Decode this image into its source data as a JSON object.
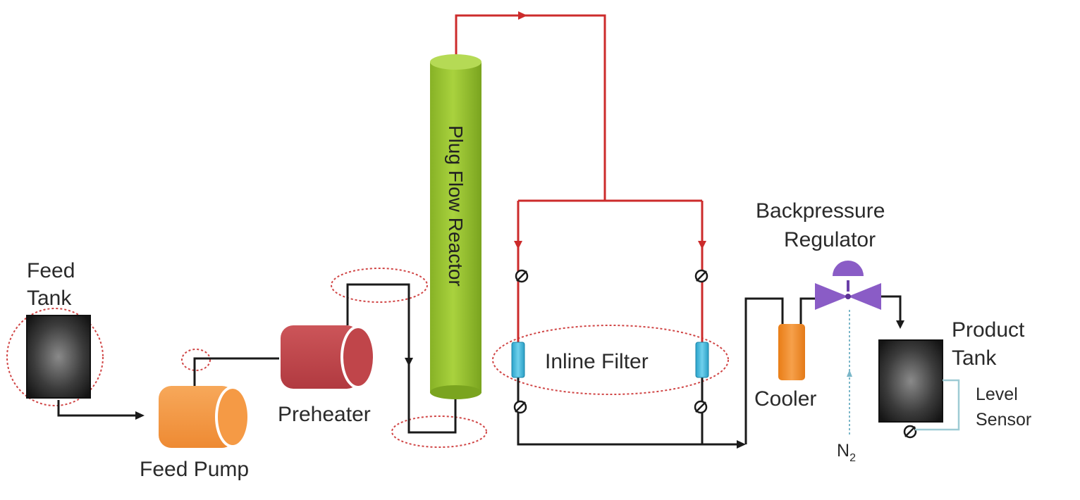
{
  "labels": {
    "feed_tank": [
      "Feed",
      "Tank"
    ],
    "feed_pump": "Feed Pump",
    "preheater": "Preheater",
    "reactor": "Plug Flow Reactor",
    "inline_filter": "Inline Filter",
    "cooler": "Cooler",
    "bpr": [
      "Backpressure",
      "Regulator"
    ],
    "product_tank": [
      "Product",
      "Tank"
    ],
    "level_sensor": [
      "Level",
      "Sensor"
    ],
    "n2": "N",
    "n2_sub": "2"
  },
  "colors": {
    "line_black": "#1a1a1a",
    "line_red": "#cc2b2b",
    "pump_orange": "#f59a45",
    "preheater_red": "#c0454a",
    "reactor_green": "#9bc72f",
    "filter_cyan": "#3fb3d6",
    "cooler_orange": "#f08a24",
    "valve_purple": "#8a5cc6",
    "tank_dark": "#333333",
    "highlight_ellipse": "#d04545",
    "n2_line": "#7ab6c8"
  }
}
